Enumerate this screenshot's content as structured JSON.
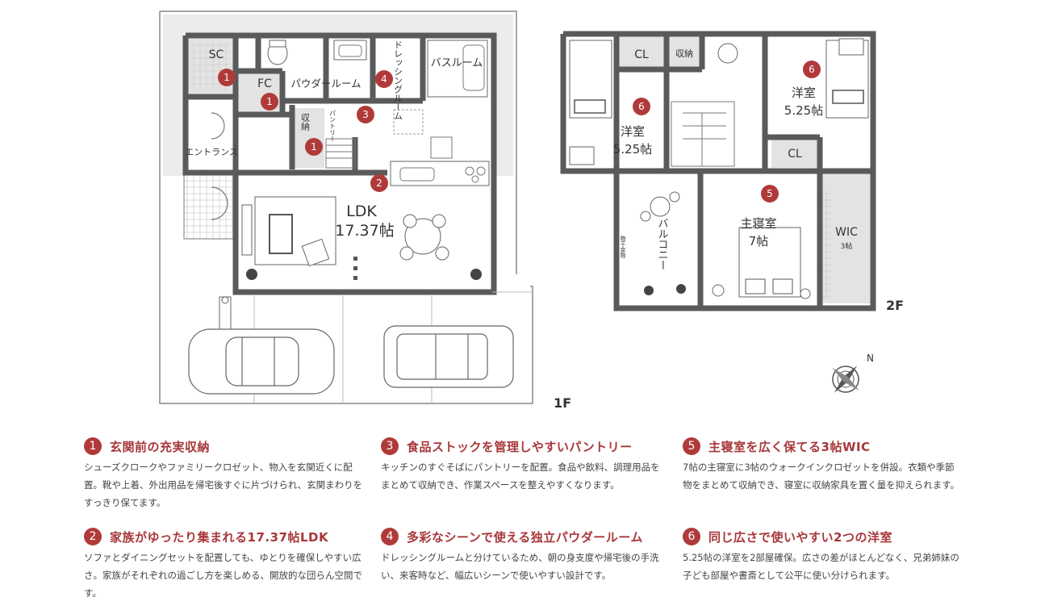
{
  "floor1": {
    "level_label": "1F",
    "rooms": {
      "sc": "SC",
      "fc": "FC",
      "powder": "パウダールーム",
      "dressing": "ドレッシングルーム",
      "bath": "バスルーム",
      "storage": "収納",
      "pantry": "パントリー",
      "entrance": "エントランス",
      "ldk": "LDK",
      "ldk_size": "17.37帖"
    }
  },
  "floor2": {
    "level_label": "2F",
    "rooms": {
      "cl_left": "CL",
      "storage": "収納",
      "western_left": "洋室",
      "western_left_size": "5.25帖",
      "western_right": "洋室",
      "western_right_size": "5.25帖",
      "cl_right": "CL",
      "balcony": "バルコニー",
      "laundry": "物干金物",
      "master": "主寝室",
      "master_size": "7帖",
      "wic": "WIC",
      "wic_size": "3帖"
    }
  },
  "compass_label": "N",
  "markers": [
    "1",
    "2",
    "3",
    "4",
    "5",
    "6"
  ],
  "features": [
    {
      "num": "1",
      "title": "玄関前の充実収納",
      "body": "シューズクロークやファミリークロゼット、物入を玄関近くに配置。靴や上着、外出用品を帰宅後すぐに片づけられ、玄関まわりをすっきり保てます。"
    },
    {
      "num": "2",
      "title": "家族がゆったり集まれる17.37帖LDK",
      "body": "ソファとダイニングセットを配置しても、ゆとりを確保しやすい広さ。家族がそれぞれの過ごし方を楽しめる、開放的な団らん空間です。"
    },
    {
      "num": "3",
      "title": "食品ストックを管理しやすいパントリー",
      "body": "キッチンのすぐそばにパントリーを配置。食品や飲料、調理用品をまとめて収納でき、作業スペースを整えやすくなります。"
    },
    {
      "num": "4",
      "title": "多彩なシーンで使える独立パウダールーム",
      "body": "ドレッシングルームと分けているため、朝の身支度や帰宅後の手洗い、来客時など、幅広いシーンで使いやすい設計です。"
    },
    {
      "num": "5",
      "title": "主寝室を広く保てる3帖WIC",
      "body": "7帖の主寝室に3帖のウォークインクロゼットを併設。衣類や季節物をまとめて収納でき、寝室に収納家具を置く量を抑えられます。"
    },
    {
      "num": "6",
      "title": "同じ広さで使いやすい2つの洋室",
      "body": "5.25帖の洋室を2部屋確保。広さの差がほとんどなく、兄弟姉妹の子ども部屋や書斎として公平に使い分けられます。"
    }
  ],
  "colors": {
    "accent": "#b03a3a",
    "wall": "#5a5a5a",
    "gray_fill": "#e3e3e3"
  }
}
